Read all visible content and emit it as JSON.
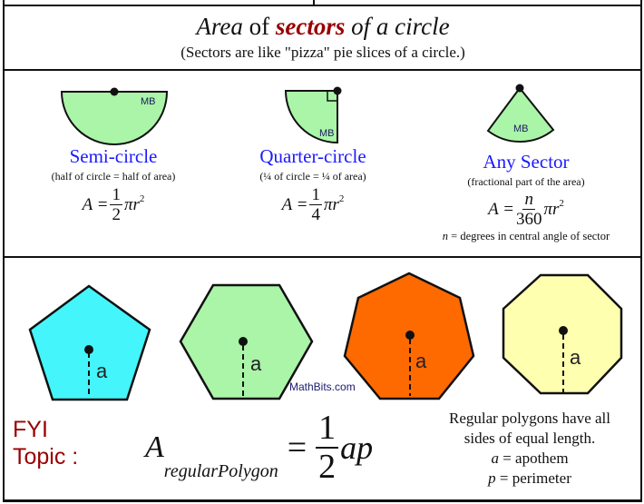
{
  "header": {
    "title_parts": {
      "w1": "Area",
      "w2": "of",
      "w3": "sectors",
      "w4": "of a circle"
    },
    "subtitle": "(Sectors are like \"pizza\" pie slices of a circle.)"
  },
  "sectors": [
    {
      "name": "Semi-circle",
      "description": "(half of circle = half of area)",
      "formula": {
        "lhs": "A =",
        "num": "1",
        "den": "2",
        "rhs": "πr",
        "exp": "2"
      },
      "fill": "#aaf5a8",
      "label": "MB"
    },
    {
      "name": "Quarter-circle",
      "description": "(¼ of circle = ¼ of area)",
      "formula": {
        "lhs": "A =",
        "num": "1",
        "den": "4",
        "rhs": "πr",
        "exp": "2"
      },
      "fill": "#aaf5a8",
      "label": "MB"
    },
    {
      "name": "Any Sector",
      "description": "(fractional part of the area)",
      "formula": {
        "lhs": "A =",
        "num": "n",
        "den": "360",
        "rhs": "πr",
        "exp": "2"
      },
      "note_var": "n",
      "note_text": " = degrees in central angle of sector",
      "fill": "#aaf5a8",
      "label": "MB"
    }
  ],
  "polygons": [
    {
      "name": "pentagon",
      "sides": 5,
      "fill": "#44f5fb",
      "label": "a"
    },
    {
      "name": "hexagon",
      "sides": 6,
      "fill": "#aaf5a8",
      "label": "a"
    },
    {
      "name": "heptagon",
      "sides": 7,
      "fill": "#ff6a00",
      "label": "a"
    },
    {
      "name": "octagon",
      "sides": 8,
      "fill": "#ffffb0",
      "label": "a"
    }
  ],
  "watermark": "MathBits.com",
  "fyi": {
    "line1": "FYI",
    "line2": "Topic :"
  },
  "polygon_formula": {
    "lhs": "A",
    "subscript": "regularPolygon",
    "eq": "=",
    "num": "1",
    "den": "2",
    "rhs": "ap"
  },
  "info": {
    "line1": "Regular polygons have all",
    "line2": "sides of equal length.",
    "a_var": "a",
    "a_def": " = apothem",
    "p_var": "p",
    "p_def": " = perimeter"
  },
  "colors": {
    "accent_red": "#990000",
    "link_blue": "#1a1aff",
    "border": "#111111"
  }
}
